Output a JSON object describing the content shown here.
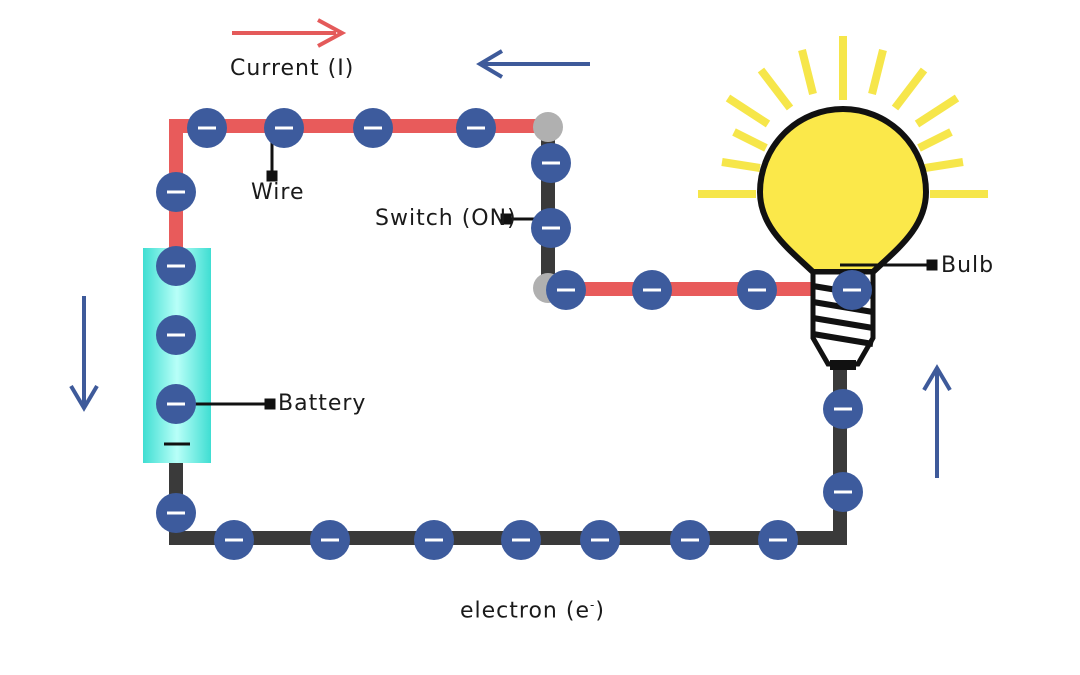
{
  "labels": {
    "current": "Current (I)",
    "wire": "Wire",
    "switch": "Switch (ON)",
    "bulb": "Bulb",
    "battery": "Battery",
    "electron": "electron (e",
    "electron_sup": "-",
    "electron_close": ")",
    "electron_glyph": "−",
    "battery_minus": "−"
  },
  "colors": {
    "conventional_current": "#e45a5a",
    "electron_flow": "#3e5a9a",
    "wire_red": "#e85b5b",
    "wire_dark": "#3a3a3a",
    "electron_fill": "#3d5b9d",
    "battery": "#4fe6dc",
    "bulb": "#fbe84a",
    "rays": "#f6e64a"
  },
  "icons": {
    "current_arrow": "arrow-right-icon",
    "electron_arrows": [
      "arrow-left-icon",
      "arrow-down-icon",
      "arrow-up-icon"
    ]
  }
}
